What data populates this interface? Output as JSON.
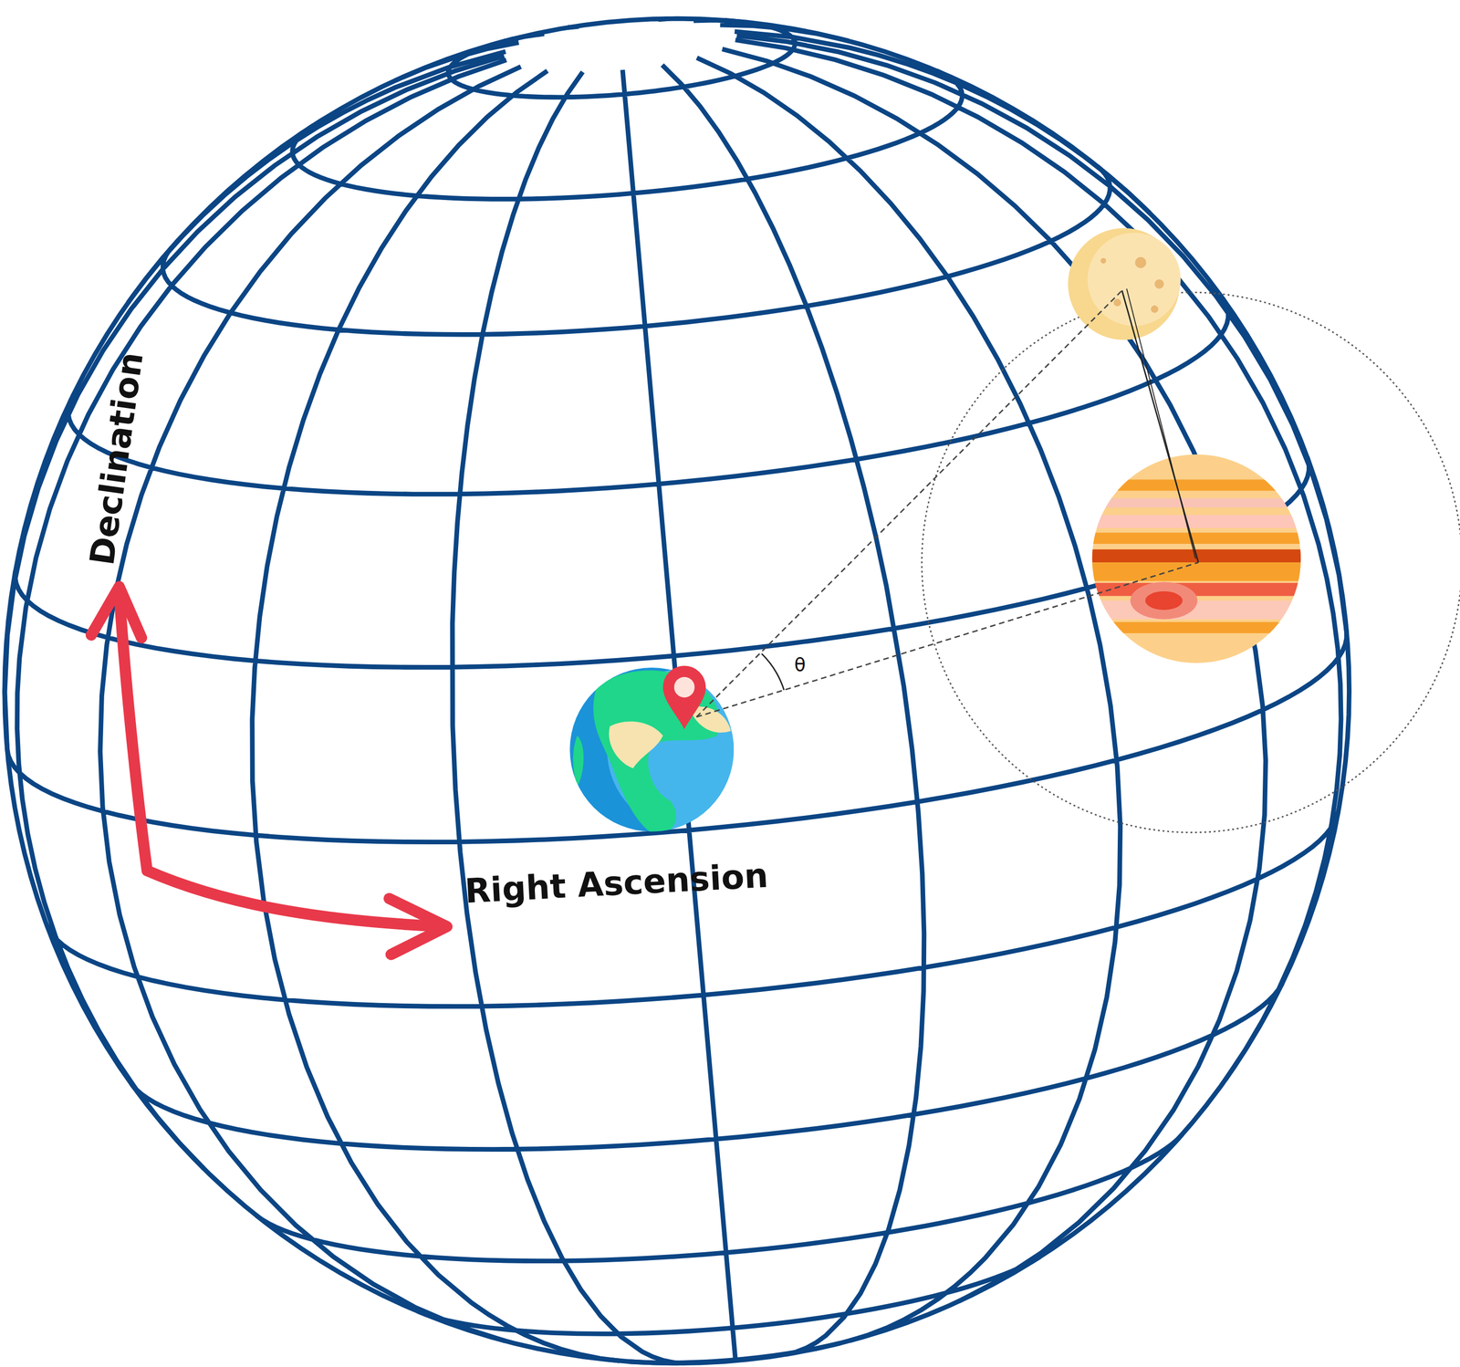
{
  "diagram": {
    "labels": [
      "Declination",
      "Right Ascension",
      "θ"
    ]
  }
}
